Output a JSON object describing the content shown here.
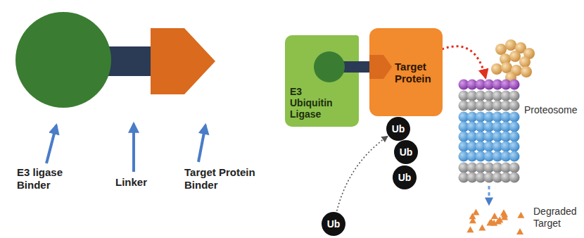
{
  "diagram": {
    "nodes": [
      {
        "text": [
          "E3 Ubiquitin Ligase"
        ]
      },
      {
        "text": [
          "Target Protein"
        ]
      },
      {
        "text": [
          "Ub"
        ]
      },
      {
        "text": [
          "Ub"
        ]
      },
      {
        "text": [
          "Ub"
        ]
      },
      {
        "text": [
          "Ub"
        ]
      }
    ],
    "edges": [
      {
        "from": 5,
        "to": 2,
        "arrow": "to"
      }
    ],
    "labels": [
      "E3 ligase Binder",
      "Linker",
      "Target Protein Binder",
      "Proteosome",
      "Degraded Target"
    ]
  }
}
